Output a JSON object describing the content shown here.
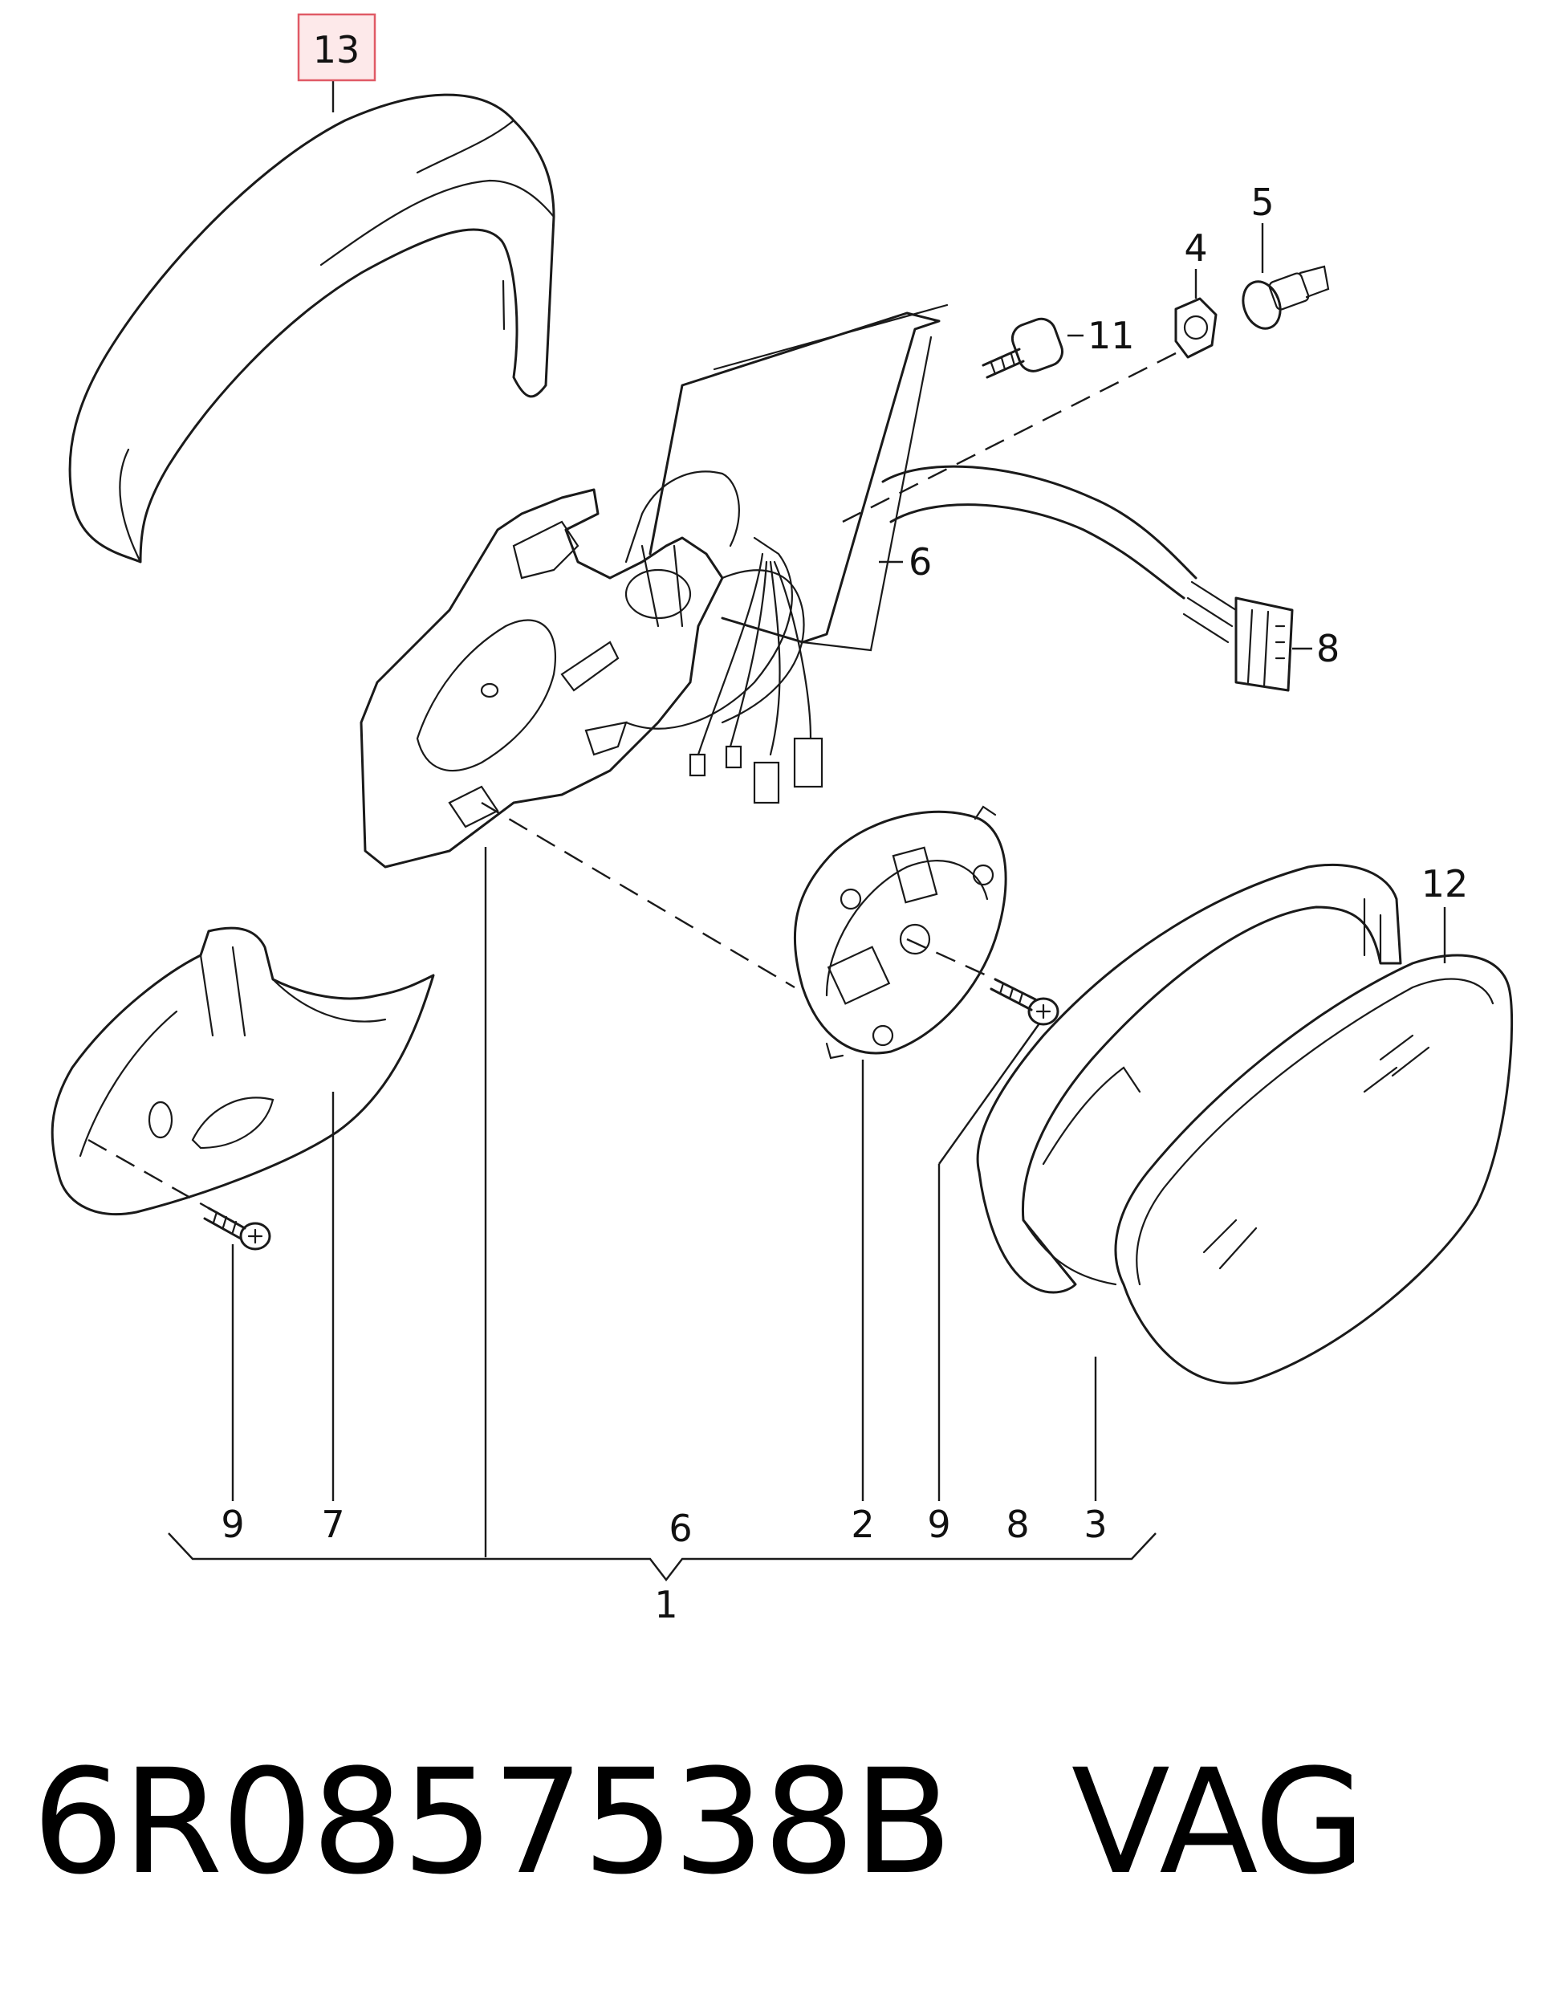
{
  "callouts": {
    "c13": "13",
    "c5": "5",
    "c4": "4",
    "c11": "11",
    "c6_right": "6",
    "c8_right": "8",
    "c12": "12",
    "b9a": "9",
    "b7": "7",
    "b6": "6",
    "b2": "2",
    "b9b": "9",
    "b8": "8",
    "b3": "3",
    "b1": "1"
  },
  "highlight": {
    "color": "#e05a66",
    "fill": "#fde9ea",
    "label": "13"
  },
  "footer": {
    "part_number": "6R0857538B",
    "brand": "VAG"
  }
}
